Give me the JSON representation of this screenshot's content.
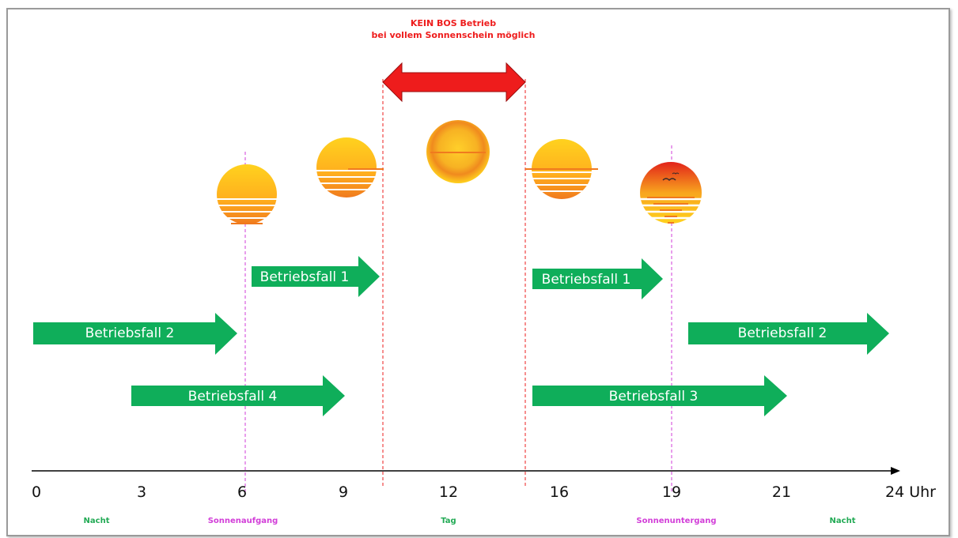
{
  "warning": {
    "line1": "KEIN BOS Betrieb",
    "line2": "bei vollem Sonnenschein möglich"
  },
  "axis": {
    "ticks": [
      "0",
      "3",
      "6",
      "9",
      "12",
      "16",
      "19",
      "21",
      "24 Uhr"
    ]
  },
  "phases": [
    {
      "label": "Nacht",
      "color": "#22aa55"
    },
    {
      "label": "Sonnenaufgang",
      "color": "#d23ed8"
    },
    {
      "label": "Tag",
      "color": "#22aa55"
    },
    {
      "label": "Sonnenuntergang",
      "color": "#d23ed8"
    },
    {
      "label": "Nacht",
      "color": "#22aa55"
    }
  ],
  "arrows": [
    {
      "label": "Betriebsfall 1"
    },
    {
      "label": "Betriebsfall 1"
    },
    {
      "label": "Betriebsfall 2"
    },
    {
      "label": "Betriebsfall 2"
    },
    {
      "label": "Betriebsfall 4"
    },
    {
      "label": "Betriebsfall 3"
    }
  ],
  "colors": {
    "arrow_green": "#0fae5a",
    "warning_red": "#ee1c1c",
    "marker_magenta": "#d23ed8",
    "sun_yellow": "#ffd21e",
    "sun_orange": "#f07a1e"
  }
}
